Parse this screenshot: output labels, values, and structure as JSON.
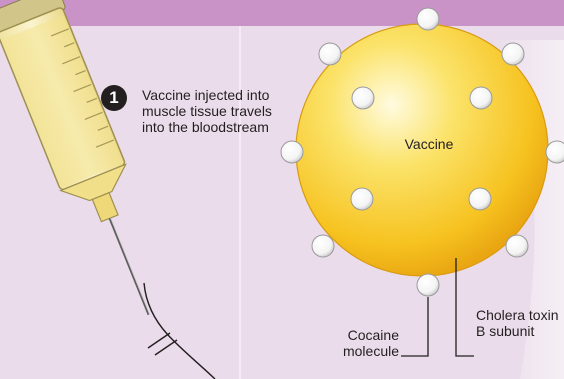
{
  "step": {
    "number": "1",
    "text": "Vaccine injected into muscle tissue travels into the bloodstream"
  },
  "labels": {
    "vaccine": "Vaccine",
    "cocaine": "Cocaine molecule",
    "cholera": "Cholera toxin B subunit"
  },
  "icons": [
    "syringe-icon",
    "vaccine-particle-icon"
  ],
  "colors": {
    "background": "#eadcea",
    "band": "#c993c7",
    "vaccine_fill": "#f9d331",
    "syringe_liquid": "#f7ecaa",
    "text": "#231f20"
  }
}
